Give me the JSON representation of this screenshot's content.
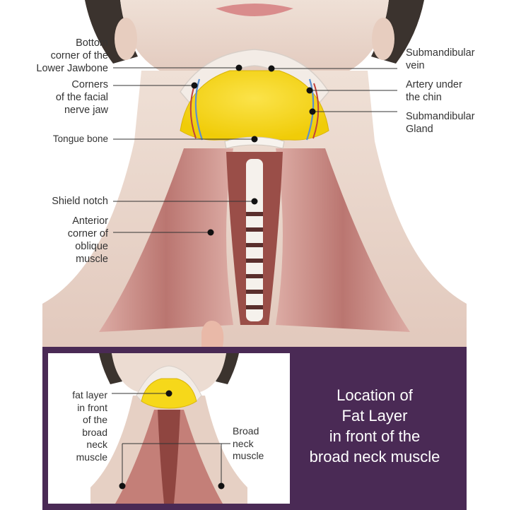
{
  "main_labels": {
    "bottom_corner_jawbone": [
      "Bottom",
      "corner of the",
      "Lower Jawbone"
    ],
    "corners_facial_nerve_jaw": [
      "Corners",
      "of the facial",
      "nerve jaw"
    ],
    "tongue_bone": "Tongue bone",
    "shield_notch": "Shield notch",
    "anterior_corner_oblique": [
      "Anterior",
      "corner of",
      "oblique",
      "muscle"
    ],
    "submandibular_vein": [
      "Submandibular",
      "vein"
    ],
    "artery_under_chin": [
      "Artery under",
      "the chin"
    ],
    "submandibular_gland": [
      "Submandibular",
      "Gland"
    ]
  },
  "inset_labels": {
    "fat_layer": [
      "fat layer",
      "in front",
      "of the",
      "broad",
      "neck",
      "muscle"
    ],
    "broad_neck_muscle": [
      "Broad",
      "neck",
      "muscle"
    ]
  },
  "caption": [
    "Location of",
    "Fat Layer",
    "in front of the",
    "broad neck muscle"
  ],
  "colors": {
    "fat_yellow": "#f7d81c",
    "muscle": "#c98c86",
    "skin": "#e8d2c6",
    "panel_purple": "#4a2a55",
    "leader_line": "#333333"
  }
}
